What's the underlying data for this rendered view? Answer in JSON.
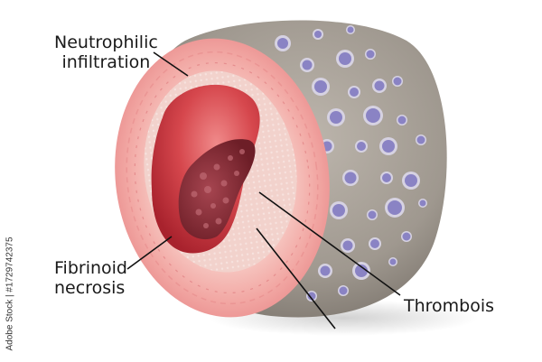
{
  "figure": {
    "subject": "Cross-section of blood vessel illustration",
    "labels": [
      {
        "id": "neutrophilic",
        "line1": "Neutrophilic",
        "line2": "infiltration"
      },
      {
        "id": "fibrinoid",
        "line1": "Fibrinoid",
        "line2": "necrosis"
      },
      {
        "id": "thrombois",
        "line1": "Thrombois"
      }
    ],
    "colors": {
      "outer_wall": "#9c958d",
      "outer_wall_light": "#b9b2aa",
      "media_pink": "#ef9c9b",
      "media_light": "#f6c2bd",
      "intima": "#f2d4cf",
      "lumen": "#c8303a",
      "thrombus": "#8e2d36",
      "neutrophil": "#8a83c4",
      "neutrophil_rim": "#d9d6e6",
      "leader_line": "#111111"
    }
  },
  "watermark": {
    "credit": "Adobe Stock | #1729742375"
  }
}
